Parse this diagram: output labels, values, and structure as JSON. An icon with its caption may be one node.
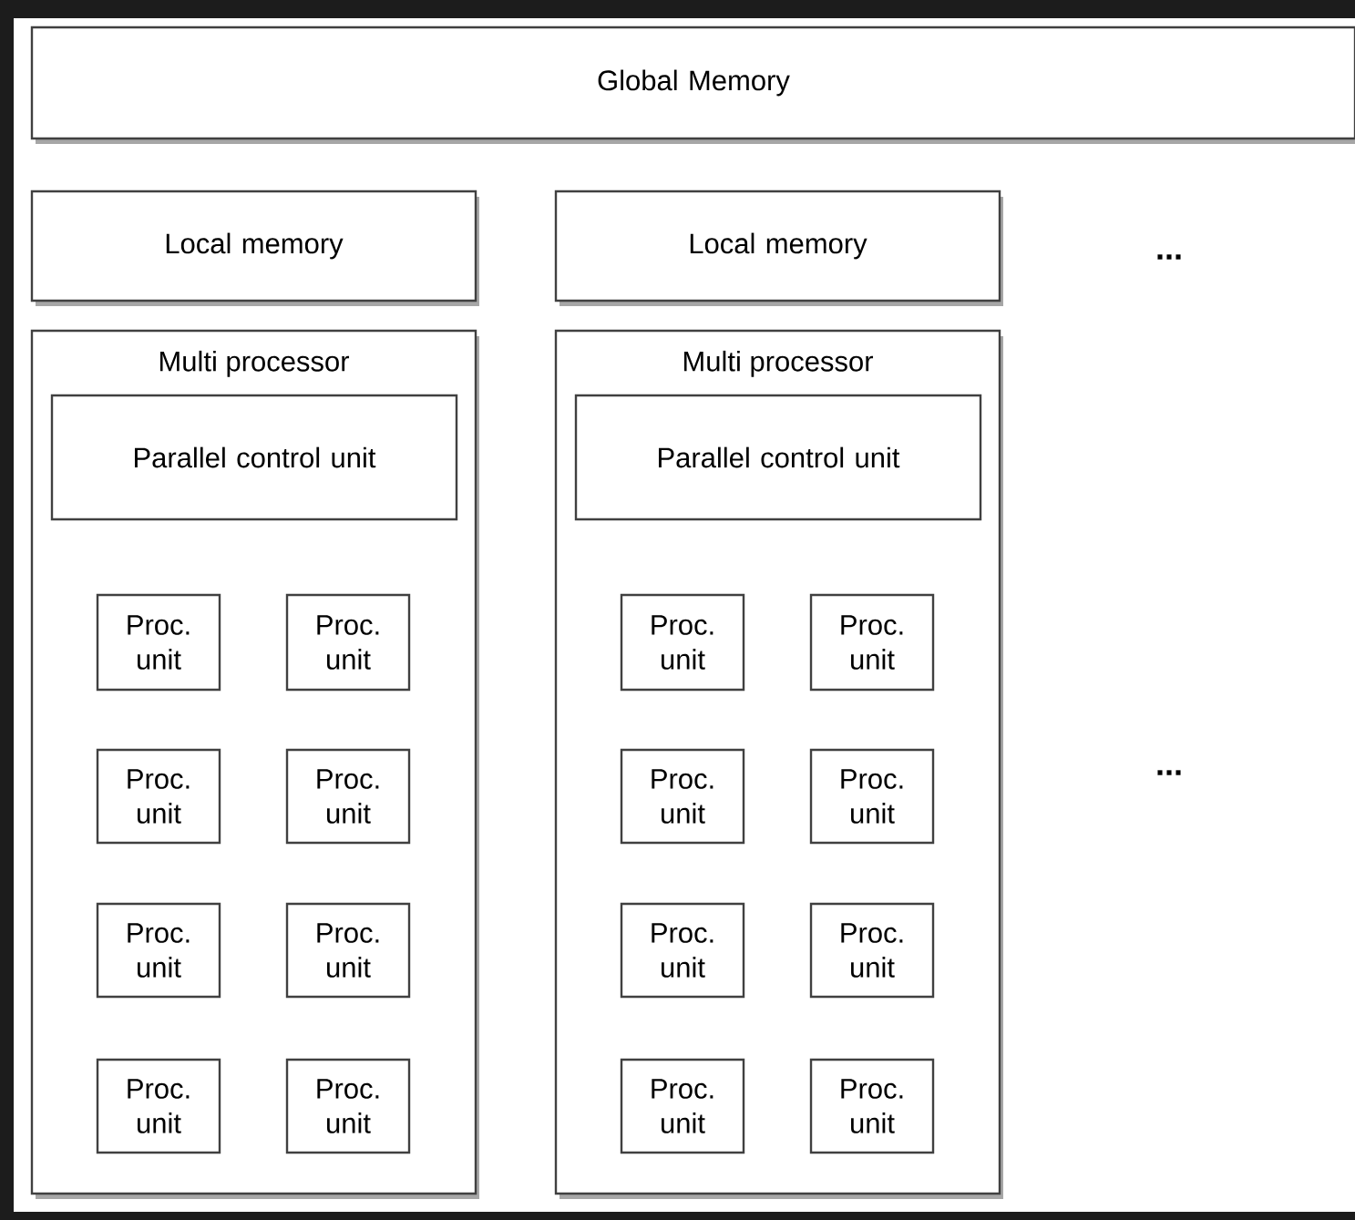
{
  "diagram": {
    "nodes": [
      {
        "text": [
          "Global Memory"
        ]
      },
      {
        "text": [
          "Local memory"
        ]
      },
      {
        "text": [
          "Multi processor"
        ]
      },
      {
        "text": [
          "Parallel control unit"
        ],
        "in": 2
      },
      {
        "text": [
          "Proc. unit"
        ],
        "in": 2
      },
      {
        "text": [
          "Proc. unit"
        ],
        "in": 2
      },
      {
        "text": [
          "Proc. unit"
        ],
        "in": 2
      },
      {
        "text": [
          "Proc. unit"
        ],
        "in": 2
      },
      {
        "text": [
          "Proc. unit"
        ],
        "in": 2
      },
      {
        "text": [
          "Proc. unit"
        ],
        "in": 2
      },
      {
        "text": [
          "Proc. unit"
        ],
        "in": 2
      },
      {
        "text": [
          "Proc. unit"
        ],
        "in": 2
      },
      {
        "text": [
          "Local memory"
        ]
      },
      {
        "text": [
          "Multi processor"
        ]
      },
      {
        "text": [
          "Parallel control unit"
        ],
        "in": 13
      },
      {
        "text": [
          "Proc. unit"
        ],
        "in": 13
      },
      {
        "text": [
          "Proc. unit"
        ],
        "in": 13
      },
      {
        "text": [
          "Proc. unit"
        ],
        "in": 13
      },
      {
        "text": [
          "Proc. unit"
        ],
        "in": 13
      },
      {
        "text": [
          "Proc. unit"
        ],
        "in": 13
      },
      {
        "text": [
          "Proc. unit"
        ],
        "in": 13
      },
      {
        "text": [
          "Proc. unit"
        ],
        "in": 13
      },
      {
        "text": [
          "Proc. unit"
        ],
        "in": 13
      }
    ],
    "labels": [
      "...",
      "..."
    ]
  }
}
